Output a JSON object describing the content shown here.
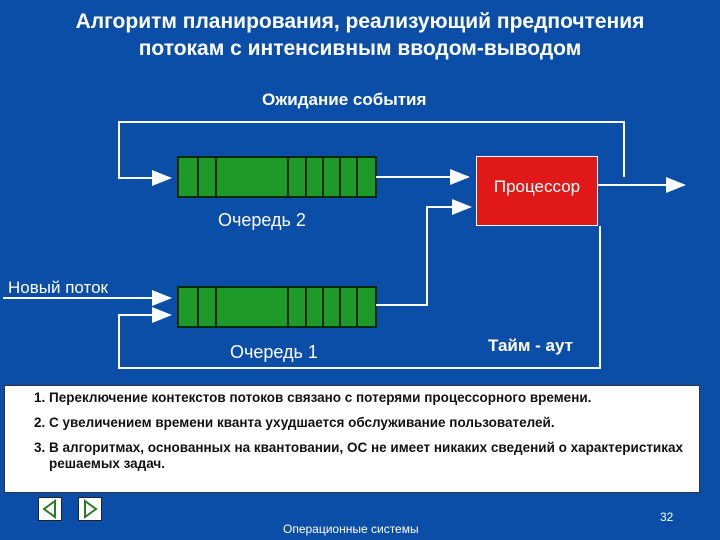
{
  "title": {
    "line1": "Алгоритм планирования, реализующий предпочтения",
    "line2": "потокам с интенсивным вводом-выводом"
  },
  "diagram": {
    "wait_event_label": "Ожидание события",
    "cpu_label": "Процессор",
    "queue2_label": "Очередь 2",
    "new_thread_label": "Новый поток",
    "queue1_label": "Очередь 1",
    "timeout_label": "Тайм - аут",
    "colors": {
      "queue": "#1e9a2a",
      "cpu": "#e01818",
      "background": "#0b4ea8"
    }
  },
  "notes": [
    "Переключение контекстов потоков связано с потерями процессорного времени.",
    "С увеличением времени кванта ухудшается обслуживание пользователей.",
    "В алгоритмах, основанных на квантовании, ОС не имеет никаких сведений о характеристиках решаемых задач."
  ],
  "footer": {
    "course": "Операционные системы",
    "page": "32",
    "prev_icon": "prev-slide-icon",
    "next_icon": "next-slide-icon"
  }
}
